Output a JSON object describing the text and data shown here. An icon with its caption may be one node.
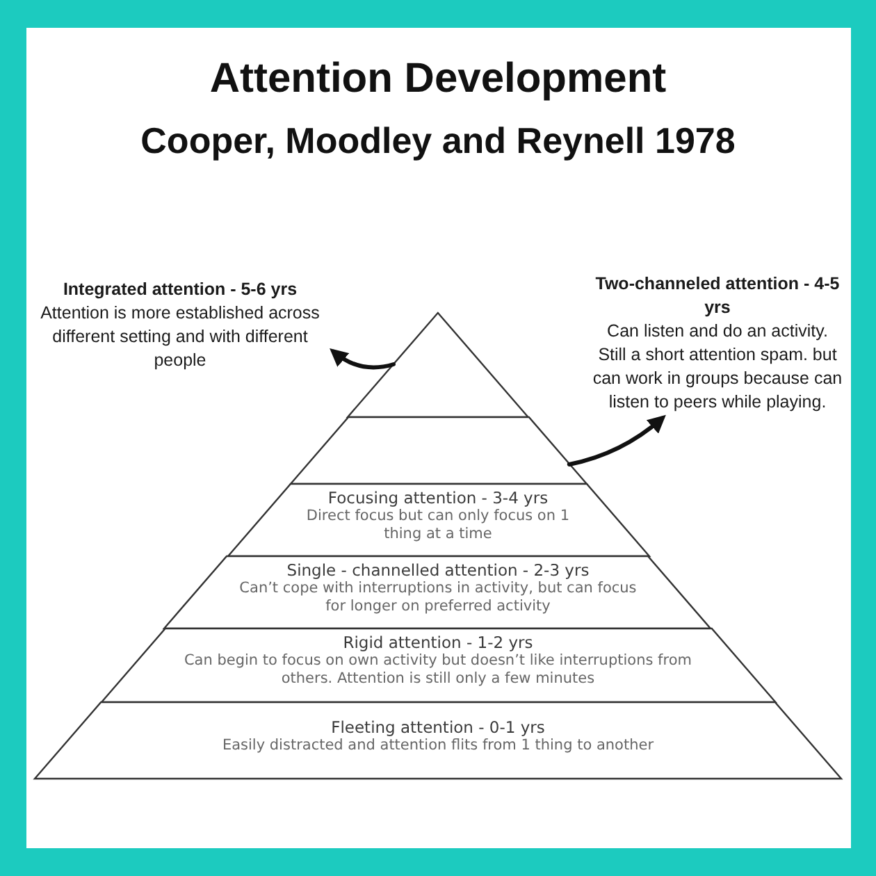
{
  "diagram": {
    "title": "Attention Development",
    "nodes": [
      {
        "text": [
          "Integrated attention - 5-6 yrs",
          "Attention is more established across different setting and with different people"
        ]
      },
      {
        "text": [
          "Two-channeled attention - 4-5 yrs",
          "Can listen and do an activity. Still a short attention spam. but can work in groups because can listen to peers while playing."
        ]
      },
      {
        "text": [],
        "shape": "triangle"
      },
      {
        "text": [],
        "shape": "trapezoid"
      },
      {
        "text": [
          "Focusing attention - 3-4 yrs",
          "Direct focus but can only focus on 1 thing at a time"
        ]
      },
      {
        "text": [
          "Single - channelled attention - 2-3 yrs",
          "Can’t cope with interruptions in activity, but can focus for longer on preferred activity"
        ]
      },
      {
        "text": [
          "Rigid attention - 1-2 yrs",
          "Can begin to focus on own activity but doesn’t like interruptions from others. Attention is still only a few minutes"
        ]
      },
      {
        "text": [
          "Fleeting attention - 0-1 yrs",
          "Easily distracted and attention flits from 1 thing to another"
        ]
      }
    ],
    "edges": [
      {
        "from": 2,
        "to": 0,
        "arrow": "to"
      },
      {
        "from": 3,
        "to": 1,
        "arrow": "to"
      }
    ],
    "labels": [
      "Cooper, Moodley and Reynell 1978"
    ]
  }
}
